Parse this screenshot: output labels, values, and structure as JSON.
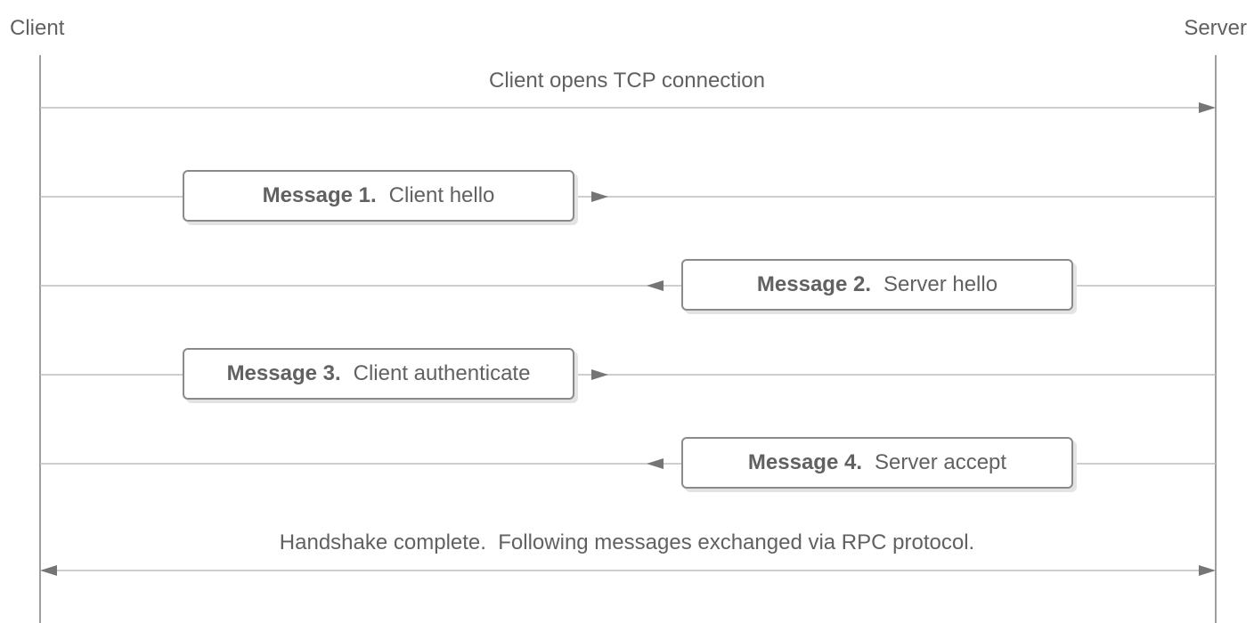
{
  "actors": {
    "client": "Client",
    "server": "Server"
  },
  "opening": {
    "label": "Client opens TCP connection"
  },
  "messages": [
    {
      "number": "Message 1.",
      "text": "Client hello",
      "direction": "client-to-server"
    },
    {
      "number": "Message 2.",
      "text": "Server hello",
      "direction": "server-to-client"
    },
    {
      "number": "Message 3.",
      "text": "Client authenticate",
      "direction": "client-to-server"
    },
    {
      "number": "Message 4.",
      "text": "Server accept",
      "direction": "server-to-client"
    }
  ],
  "closing": {
    "label": "Handshake complete.  Following messages exchanged via RPC protocol.",
    "direction": "bidirectional"
  },
  "colors": {
    "line": "#9e9e9e",
    "arrow": "#757575",
    "box_border": "#8a8a8a",
    "text": "#616161",
    "shadow": "#e3e3e3"
  }
}
